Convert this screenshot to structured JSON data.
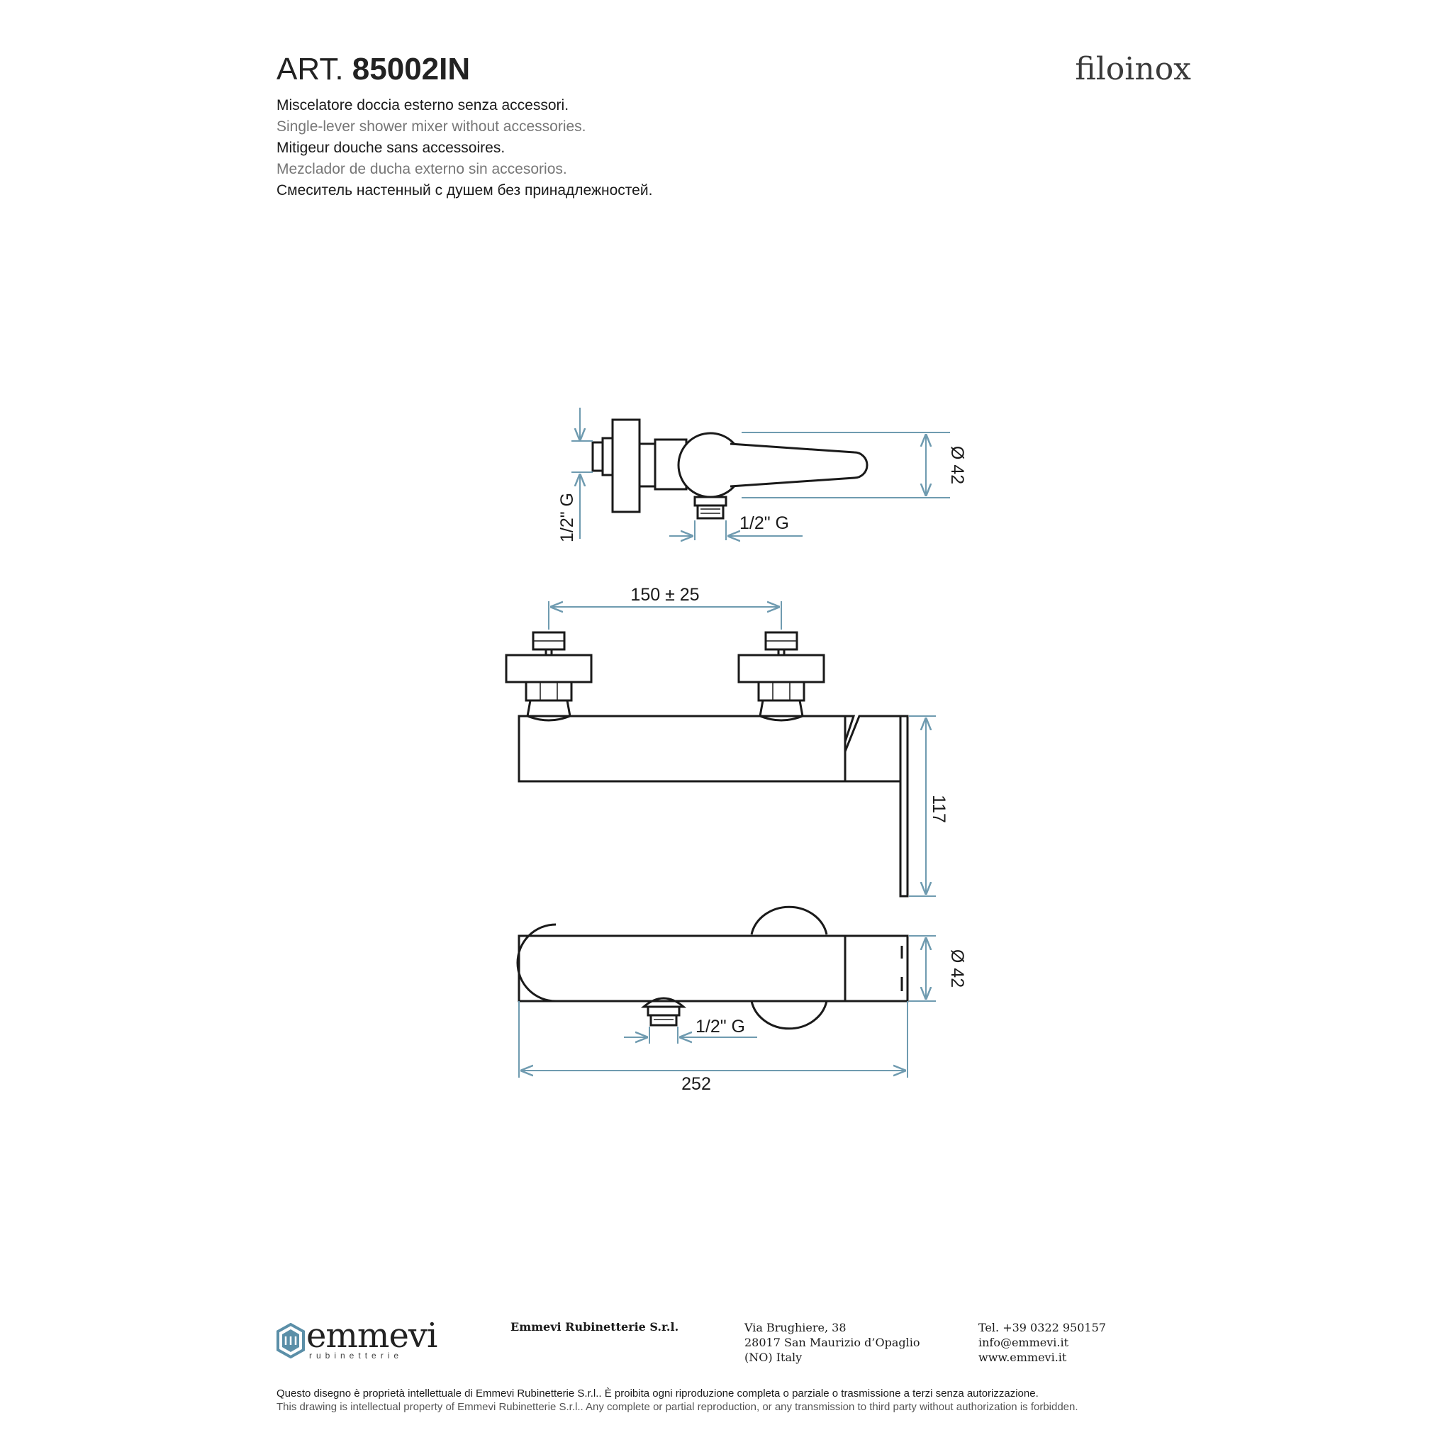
{
  "header": {
    "art_prefix": "ART.",
    "art_code": "85002IN",
    "brand": "filoinox",
    "descriptions": [
      "Miscelatore doccia esterno senza accessori.",
      "Single-lever shower mixer without accessories.",
      "Mitigeur douche sans accessoires.",
      "Mezclador de ducha externo sin accesorios.",
      "Смеситель настенный с душем без принадлежностей."
    ]
  },
  "dimensions": {
    "top_side_thread": "1/2\" G",
    "top_bottom_thread": "1/2\" G",
    "top_diameter": "Ø 42",
    "center_distance": "150 ± 25",
    "height": "117",
    "bottom_diameter": "Ø 42",
    "bottom_thread": "1/2\" G",
    "total_length": "252"
  },
  "colors": {
    "line": "#1a1a1a",
    "dimension": "#6f9bb0",
    "logo": "#5b8fa8"
  },
  "footer": {
    "logo_name": "emmevi",
    "logo_sub": "rubinetterie",
    "company": "Emmevi Rubinetterie S.r.l.",
    "address": [
      "Via Brughiere, 38",
      "28017 San Maurizio d’Opaglio",
      "(NO) Italy"
    ],
    "contact": [
      "Tel. +39 0322 950157",
      "info@emmevi.it",
      "www.emmevi.it"
    ],
    "legal": [
      "Questo disegno è proprietà intellettuale di Emmevi Rubinetterie S.r.l.. È proibita ogni riproduzione completa o parziale o trasmissione a terzi senza autorizzazione.",
      "This drawing is intellectual property of Emmevi Rubinetterie S.r.l.. Any complete or partial reproduction, or any transmission to third party without authorization is forbidden."
    ]
  }
}
